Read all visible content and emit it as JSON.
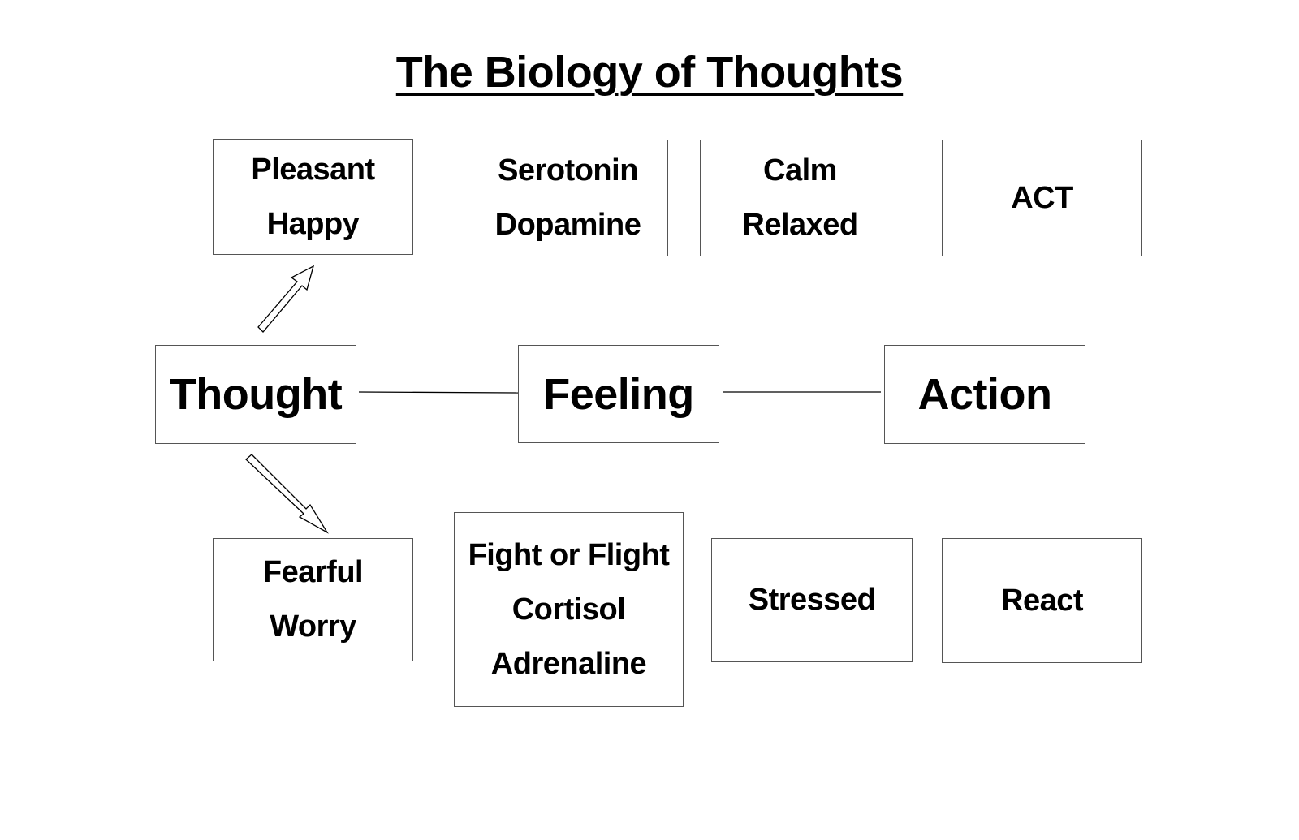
{
  "title": "The Biology of Thoughts",
  "center_row": {
    "thought": "Thought",
    "feeling": "Feeling",
    "action": "Action"
  },
  "positive_path": {
    "emotion": [
      "Pleasant",
      "Happy"
    ],
    "chemistry": [
      "Serotonin",
      "Dopamine"
    ],
    "state": [
      "Calm",
      "Relaxed"
    ],
    "response": [
      "ACT"
    ]
  },
  "negative_path": {
    "emotion": [
      "Fearful",
      "Worry"
    ],
    "chemistry": [
      "Fight or Flight",
      "Cortisol",
      "Adrenaline"
    ],
    "state": [
      "Stressed"
    ],
    "response": [
      "React"
    ]
  },
  "connectors": [
    {
      "from": "thought",
      "to": "feeling",
      "type": "line"
    },
    {
      "from": "feeling",
      "to": "action",
      "type": "line"
    },
    {
      "from": "thought",
      "to": "positive_path.emotion",
      "type": "hollow-arrow"
    },
    {
      "from": "thought",
      "to": "negative_path.emotion",
      "type": "hollow-arrow"
    }
  ]
}
